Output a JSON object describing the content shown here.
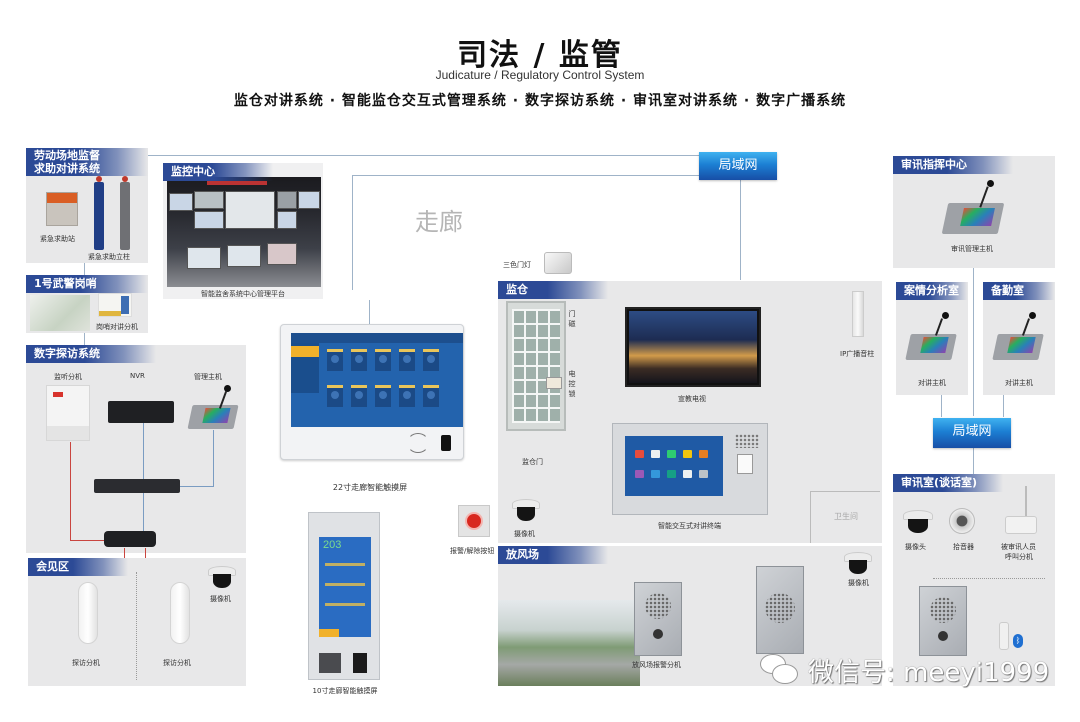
{
  "header": {
    "title": "司法 / 监管",
    "subtitle_en": "Judicature / Regulatory Control System",
    "systems_line": "监仓对讲系统 · 智能监仓交互式管理系统 · 数字探访系统 · 审讯室对讲系统 · 数字广播系统"
  },
  "network": {
    "lan_main": "局域网",
    "lan_right": "局域网",
    "corridor": "走廊"
  },
  "colors": {
    "header_blue": "#2c4a96",
    "lan_gradient_top": "#3fb2f0",
    "lan_gradient_bottom": "#174ea6",
    "panel_bg": "#e8e8e9",
    "link_line": "#9fb3c8",
    "audio_line": "#c9453f"
  },
  "panels": {
    "labor_field": {
      "title": "劳动场地监督\n求助对讲系统",
      "title_l1": "劳动场地监督",
      "title_l2": "求助对讲系统",
      "items": [
        "紧急求助站",
        "紧急求助立柱"
      ]
    },
    "sentry": {
      "title": "1号武警岗哨",
      "items": [
        "岗哨对讲分机"
      ]
    },
    "monitor_center": {
      "title": "监控中心",
      "caption": "智能监舍系统中心管理平台"
    },
    "digital_visit": {
      "title": "数字探访系统",
      "items": [
        "监听分机",
        "NVR",
        "管理主机"
      ]
    },
    "meeting_area": {
      "title": "会见区",
      "items": [
        "探访分机",
        "探访分机",
        "摄像机"
      ]
    },
    "corridor_devices": {
      "touch22": "22寸走廊智能触摸屏",
      "touch10": "10寸走廊智能触摸屏",
      "touch10_room": "203",
      "door_light": "三色门灯",
      "alarm_button": "报警/解除按钮"
    },
    "cell": {
      "title": "监仓",
      "door_label": "监仓门",
      "door_magnet": "门磁",
      "electric_lock": "电控锁",
      "tv": "宣教电视",
      "ip_speaker": "IP广播音柱",
      "terminal": "智能交互式对讲终端",
      "camera": "摄像机",
      "toilet": "卫生间"
    },
    "yard": {
      "title": "放风场",
      "alarm_station": "放风场报警分机",
      "camera": "摄像机"
    },
    "command_center": {
      "title": "审讯指挥中心",
      "device": "审讯管理主机"
    },
    "case_analysis": {
      "title": "案情分析室",
      "device": "对讲主机"
    },
    "duty_room": {
      "title": "备勤室",
      "device": "对讲主机"
    },
    "interrogation": {
      "title": "审讯室(谈话室)",
      "items": [
        "摄像头",
        "拾音器",
        "被审讯人员\n呼叫分机"
      ],
      "camera": "摄像头",
      "pickup": "拾音器",
      "call_l1": "被审讯人员",
      "call_l2": "呼叫分机"
    }
  },
  "watermark": {
    "text": "微信号: meeyi1999",
    "icon": "wechat-icon"
  }
}
